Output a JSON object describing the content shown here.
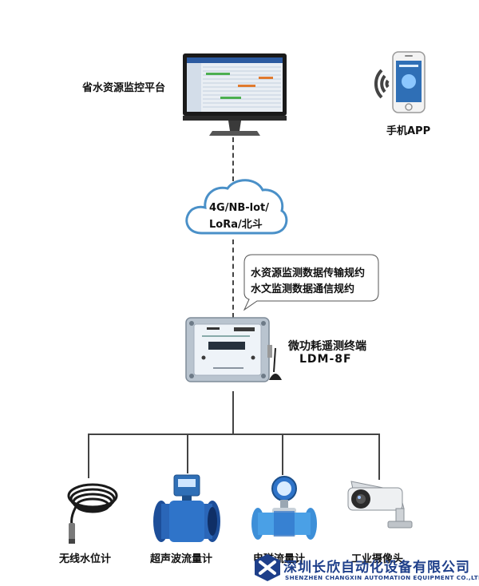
{
  "platform": {
    "label": "省水资源监控平台"
  },
  "mobile": {
    "label": "手机APP"
  },
  "network": {
    "line1": "4G/NB-lot/",
    "line2": "LoRa/北斗"
  },
  "protocols": {
    "line1": "水资源监测数据传输规约",
    "line2": "水文监测数据通信规约"
  },
  "terminal": {
    "name": "微功耗遥测终端",
    "model": "LDM-8F"
  },
  "sensors": [
    {
      "label": "无线水位计",
      "icon": "water-level-sensor-icon"
    },
    {
      "label": "超声波流量计",
      "icon": "ultrasonic-flowmeter-icon"
    },
    {
      "label": "电磁流量计",
      "icon": "electromagnetic-flowmeter-icon"
    },
    {
      "label": "工业摄像头",
      "icon": "industrial-camera-icon"
    }
  ],
  "company": {
    "name_cn": "深圳长欣自动化设备有限公司",
    "name_en": "SHENZHEN CHANGXIN AUTOMATION EQUIPMENT CO.,LTD"
  },
  "colors": {
    "brand_blue": "#1e3f8a",
    "line": "#444444",
    "flowmeter_blue": "#1d6fb3"
  }
}
